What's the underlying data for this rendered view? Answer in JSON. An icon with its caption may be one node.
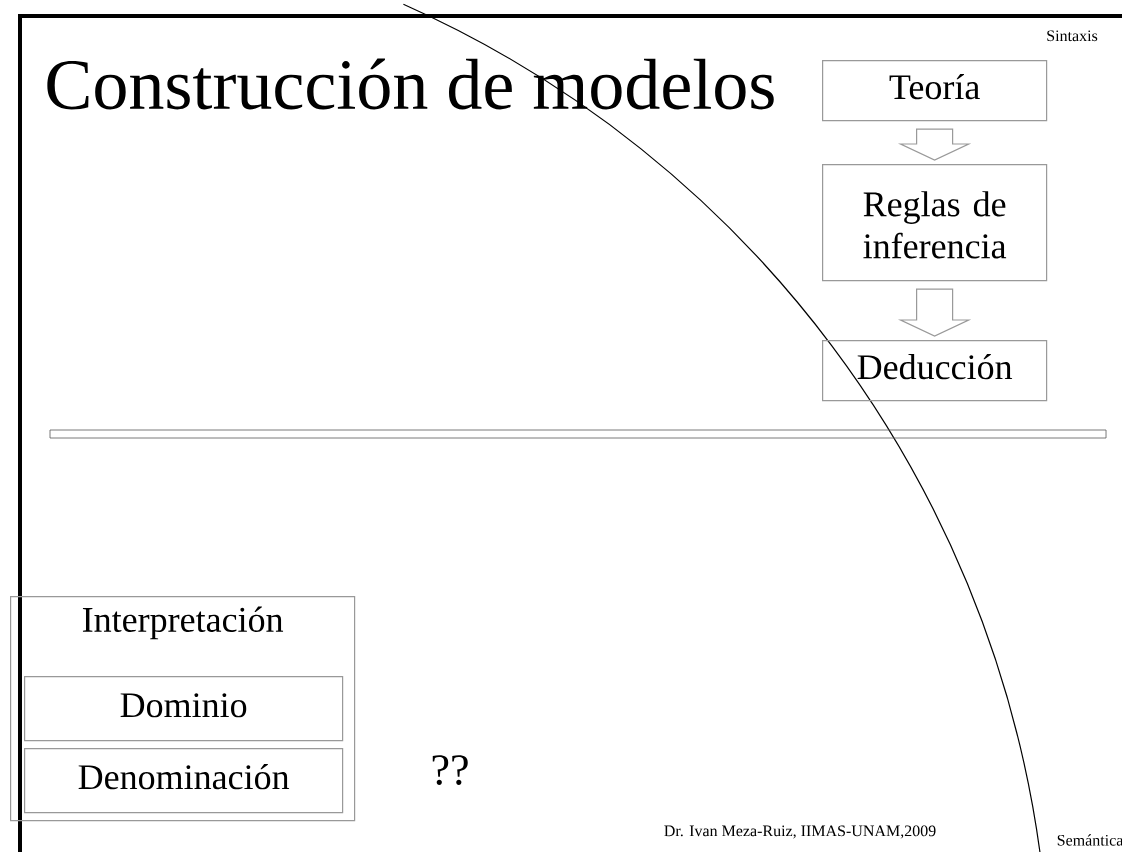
{
  "diagram": {
    "title": "Construcción de modelos",
    "nodes": [
      {
        "text": [
          "Teoría"
        ]
      },
      {
        "text": [
          "Reglas de inferencia"
        ]
      },
      {
        "text": [
          "Deducción"
        ]
      },
      {
        "text": [
          "Interpretación"
        ]
      },
      {
        "text": [
          "Dominio"
        ],
        "in": 3
      },
      {
        "text": [
          "Denominación"
        ],
        "in": 3
      }
    ],
    "edges": [
      {
        "from": 0,
        "to": 1,
        "arrow": "to"
      },
      {
        "from": 1,
        "to": 2,
        "arrow": "to"
      }
    ],
    "labels": [
      "Sintaxis",
      "??",
      "Dr. Ivan Meza-Ruiz, IIMAS-UNAM,2009",
      "Semántica"
    ]
  }
}
